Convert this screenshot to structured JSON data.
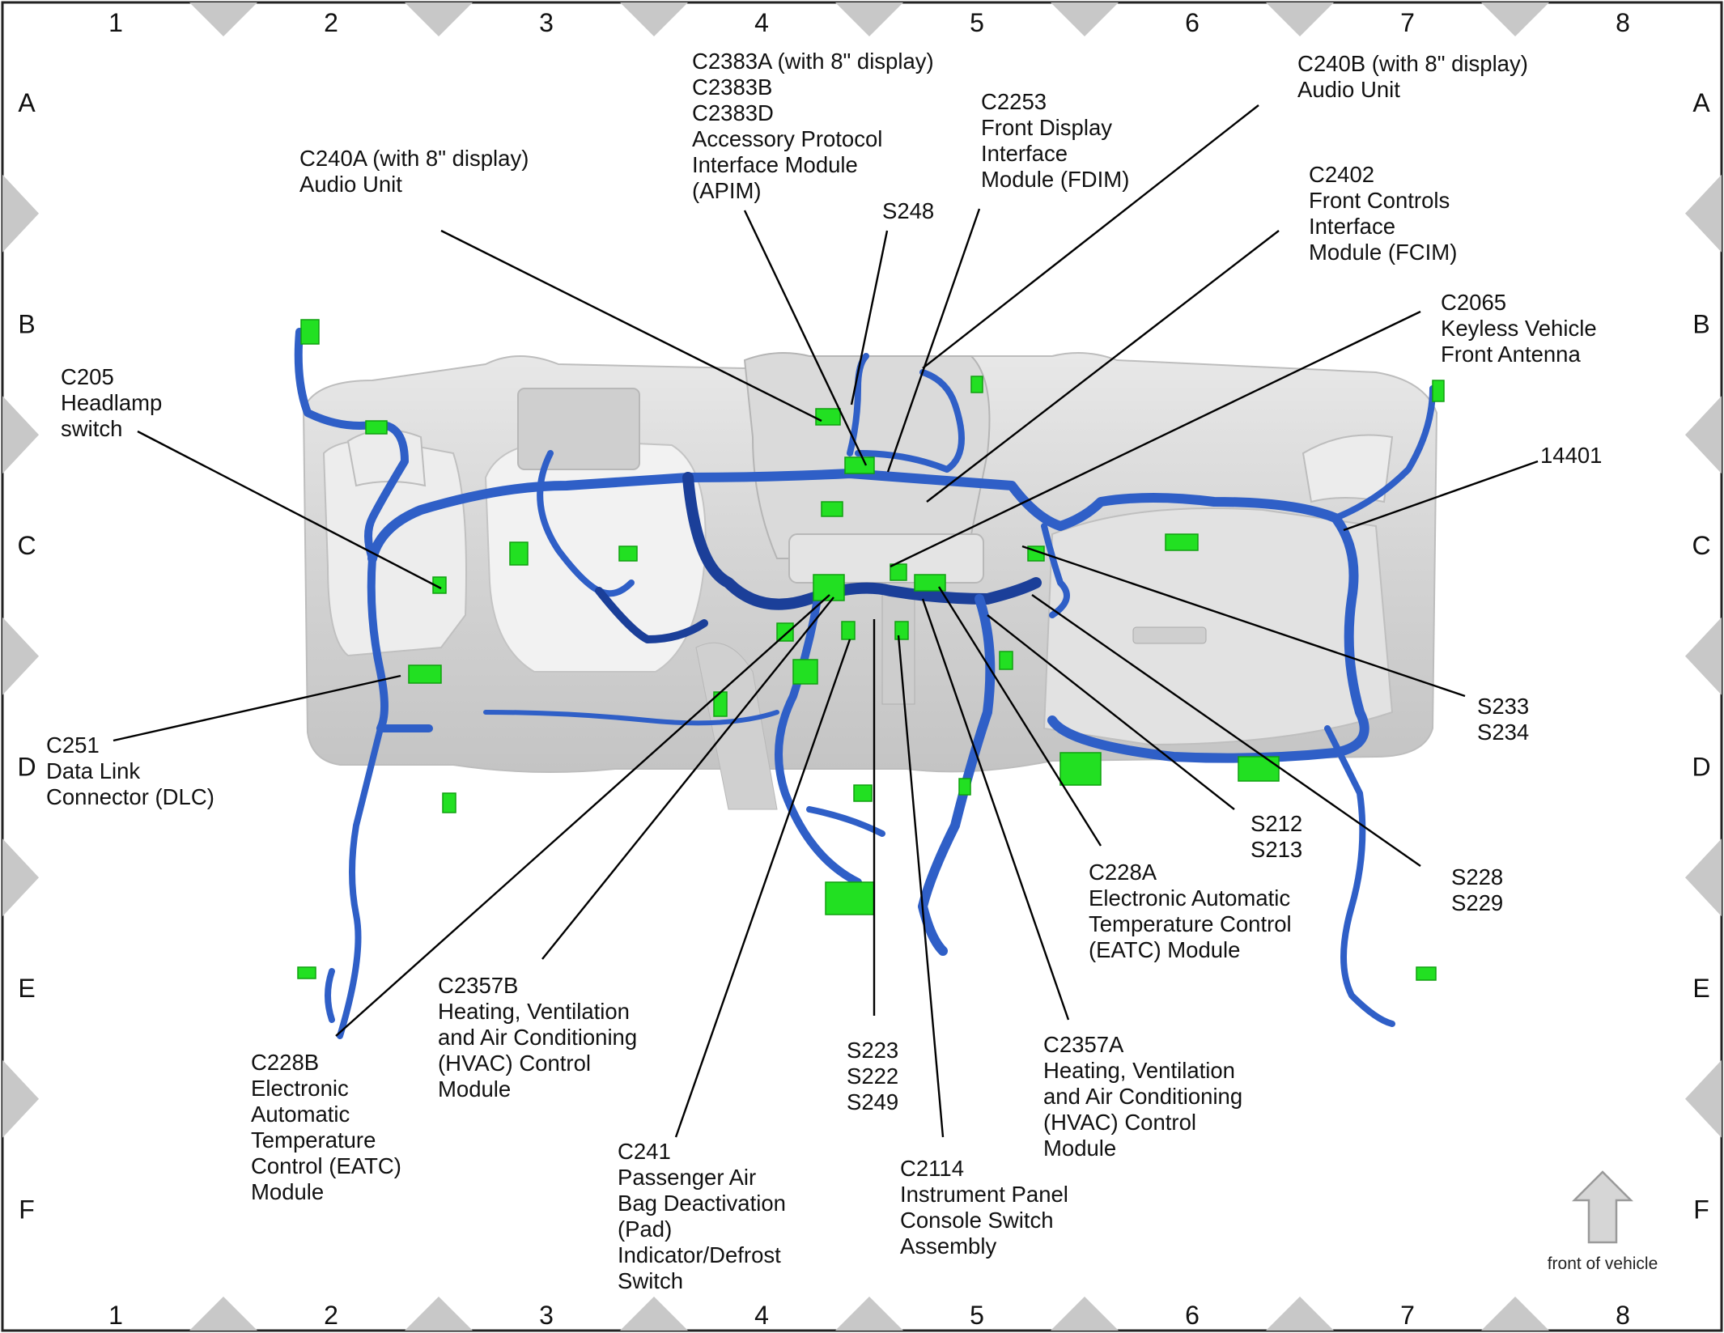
{
  "grid": {
    "columns": [
      "1",
      "2",
      "3",
      "4",
      "5",
      "6",
      "7",
      "8"
    ],
    "rows": [
      "A",
      "B",
      "C",
      "D",
      "E",
      "F"
    ]
  },
  "callouts": [
    {
      "id": "c240a",
      "lines": [
        "C240A (with 8\" display)",
        "Audio Unit"
      ]
    },
    {
      "id": "c2383",
      "lines": [
        "C2383A  (with 8\" display)",
        "C2383B",
        "C2383D",
        "Accessory Protocol",
        "Interface Module",
        "(APIM)"
      ]
    },
    {
      "id": "c2253",
      "lines": [
        "C2253",
        "Front Display",
        "Interface",
        "Module (FDIM)"
      ]
    },
    {
      "id": "c240b",
      "lines": [
        "C240B  (with 8\" display)",
        "Audio Unit"
      ]
    },
    {
      "id": "s248",
      "lines": [
        "S248"
      ]
    },
    {
      "id": "c2402",
      "lines": [
        "C2402",
        "Front Controls",
        "Interface",
        "Module (FCIM)"
      ]
    },
    {
      "id": "c2065",
      "lines": [
        "C2065",
        "Keyless Vehicle",
        "Front Antenna"
      ]
    },
    {
      "id": "c205",
      "lines": [
        "C205",
        "Headlamp",
        "switch"
      ]
    },
    {
      "id": "n14401",
      "lines": [
        "14401"
      ]
    },
    {
      "id": "c251",
      "lines": [
        "C251",
        "Data Link",
        "Connector (DLC)"
      ]
    },
    {
      "id": "s233",
      "lines": [
        "S233",
        "S234"
      ]
    },
    {
      "id": "s212",
      "lines": [
        "S212",
        "S213"
      ]
    },
    {
      "id": "s228",
      "lines": [
        "S228",
        "S229"
      ]
    },
    {
      "id": "c228a",
      "lines": [
        "C228A",
        "Electronic Automatic",
        "Temperature Control",
        "(EATC) Module"
      ]
    },
    {
      "id": "c2357b",
      "lines": [
        "C2357B",
        "Heating, Ventilation",
        "and Air Conditioning",
        "(HVAC) Control",
        "Module"
      ]
    },
    {
      "id": "s223",
      "lines": [
        "S223",
        "S222",
        "S249"
      ]
    },
    {
      "id": "c2357a",
      "lines": [
        "C2357A",
        "Heating, Ventilation",
        "and Air Conditioning",
        "(HVAC) Control",
        "Module"
      ]
    },
    {
      "id": "c228b",
      "lines": [
        "C228B",
        "Electronic",
        "Automatic",
        "Temperature",
        "Control (EATC)",
        "Module"
      ]
    },
    {
      "id": "c241",
      "lines": [
        "C241",
        "Passenger Air",
        "Bag Deactivation",
        "(Pad)",
        "Indicator/Defrost",
        "Switch"
      ]
    },
    {
      "id": "c2114",
      "lines": [
        "C2114",
        "Instrument Panel",
        "Console Switch",
        "Assembly"
      ]
    }
  ],
  "front_of_vehicle_label": "front of vehicle",
  "colors": {
    "harness": "#2f5fc7",
    "harness_dark": "#1b3f99",
    "connector": "#22e022",
    "panel": "#d6d6d6",
    "frame_triangle": "#c8c8c8"
  }
}
